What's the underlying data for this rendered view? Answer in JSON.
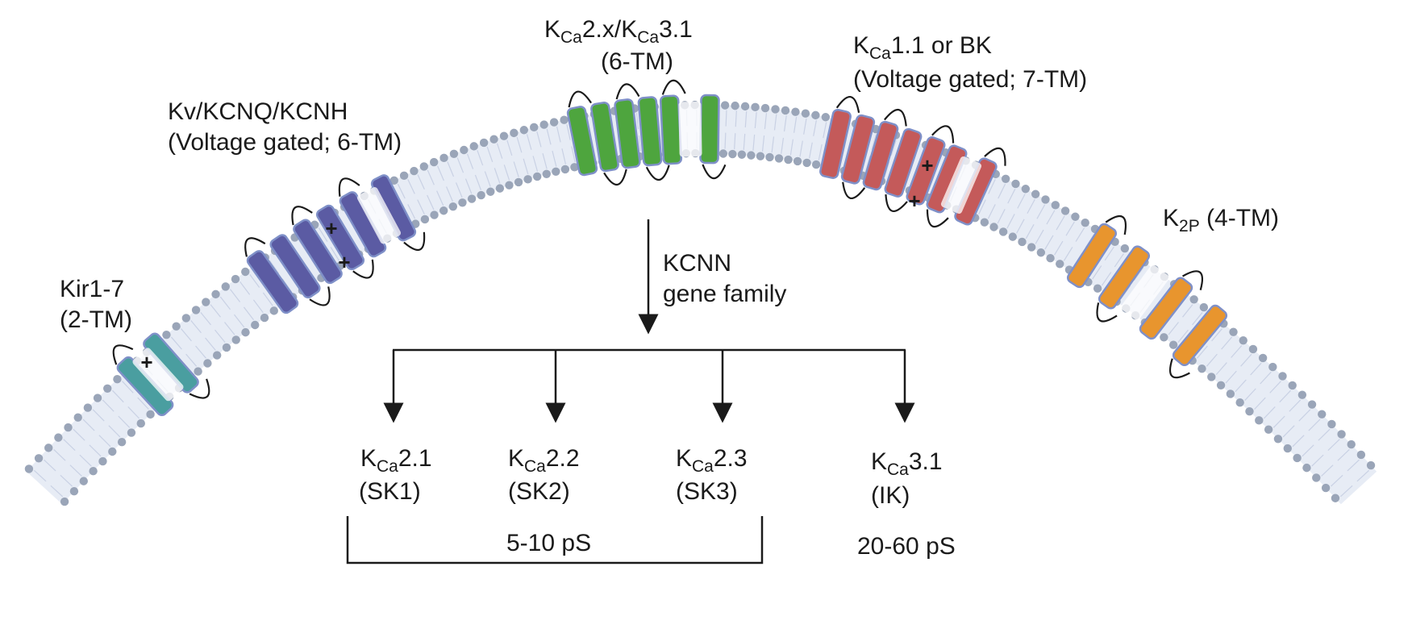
{
  "colors": {
    "kir": "#4a9ea0",
    "kv": "#5b5ba3",
    "kca2": "#4ea53e",
    "bk": "#c45a5a",
    "k2p": "#e8952e",
    "membrane": "#e7ecf5",
    "head": "#9aa5b8",
    "helix_outline": "#7f90c8"
  },
  "channels": {
    "kir": {
      "line1": "Kir1-7",
      "line2": "(2-TM)",
      "charge": "+"
    },
    "kv": {
      "line1": "Kv/KCNQ/KCNH",
      "line2": "(Voltage gated; 6-TM)",
      "charges": [
        "+",
        "+"
      ]
    },
    "kca2": {
      "k": "K",
      "ca_a": "Ca",
      "mid": "2.x/K",
      "ca_b": "Ca",
      "tail": "3.1",
      "line2": "(6-TM)"
    },
    "bk": {
      "k": "K",
      "ca": "Ca",
      "tail": "1.1 or BK",
      "line2": "(Voltage gated; 7-TM)",
      "charges": [
        "+",
        "+"
      ]
    },
    "k2p": {
      "k": "K",
      "sub": "2P",
      "tail": " (4-TM)"
    }
  },
  "gene_family": {
    "line1": "KCNN",
    "line2": "gene family"
  },
  "subtypes": [
    {
      "k": "K",
      "ca": "Ca",
      "num": "2.1",
      "alias": "(SK1)"
    },
    {
      "k": "K",
      "ca": "Ca",
      "num": "2.2",
      "alias": "(SK2)"
    },
    {
      "k": "K",
      "ca": "Ca",
      "num": "2.3",
      "alias": "(SK3)"
    },
    {
      "k": "K",
      "ca": "Ca",
      "num": "3.1",
      "alias": "(IK)"
    }
  ],
  "conductance": {
    "sk": "5-10 pS",
    "ik": "20-60 pS"
  }
}
